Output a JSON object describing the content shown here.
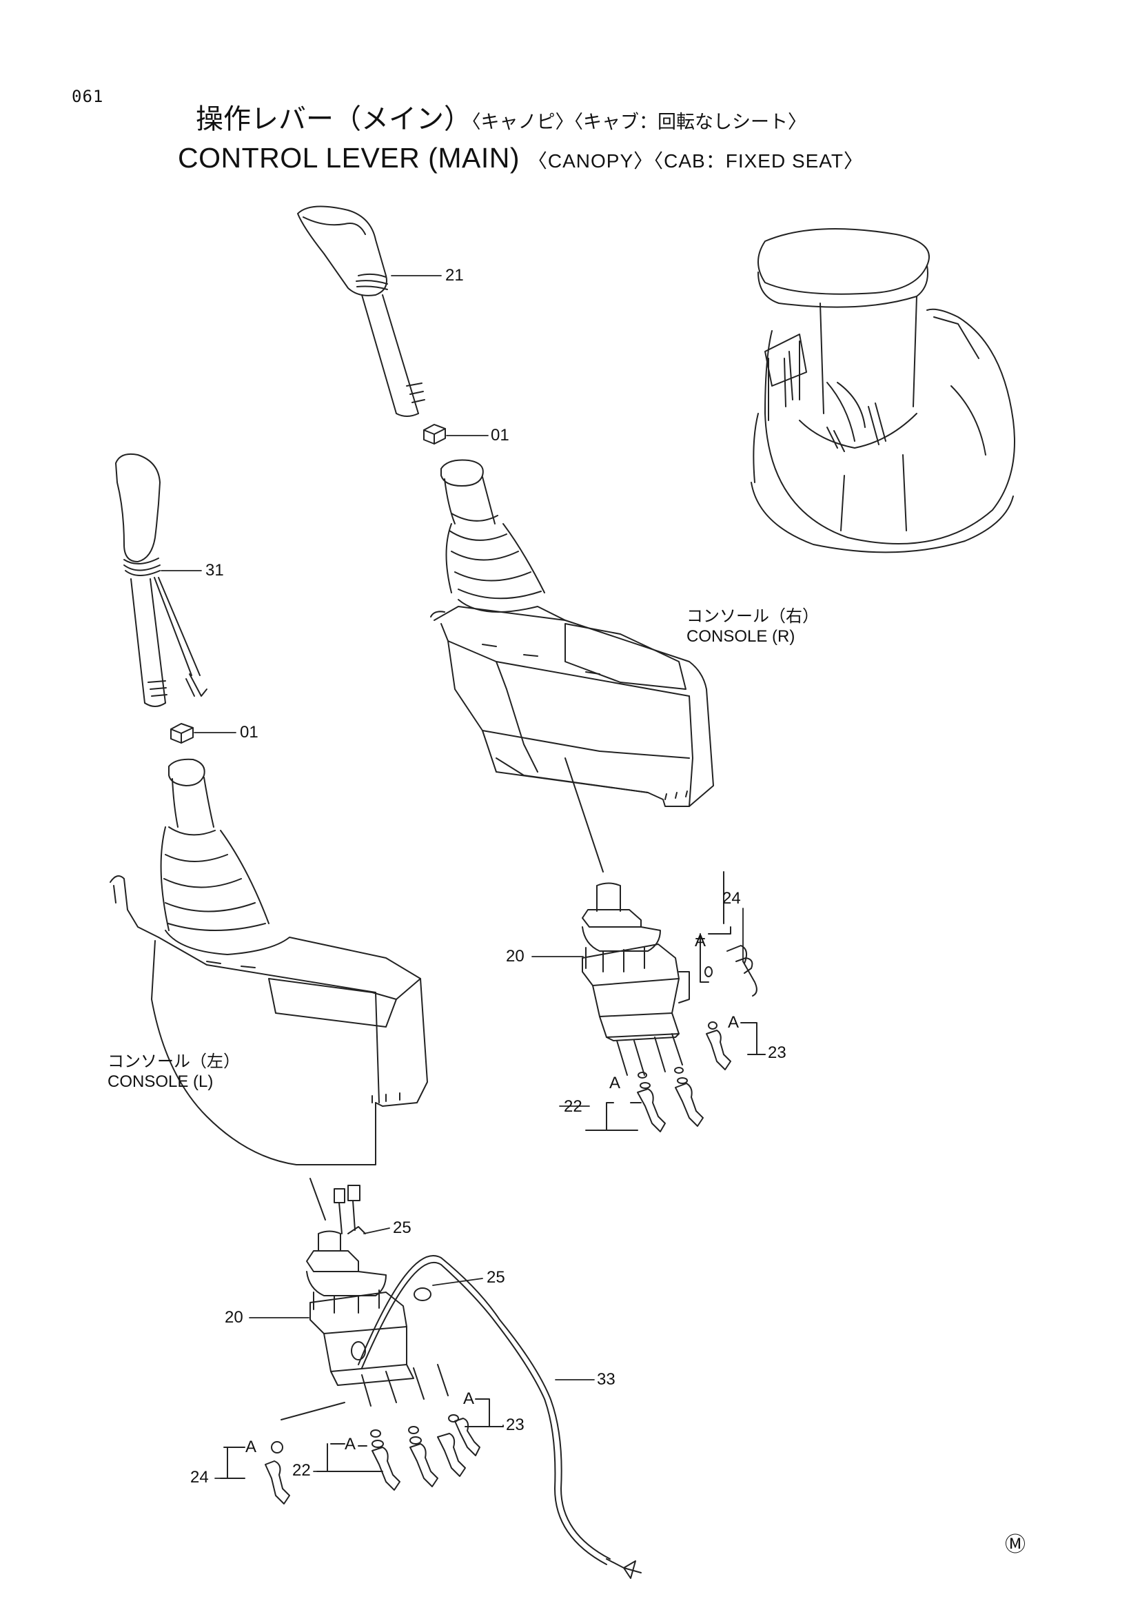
{
  "page": {
    "number": "061"
  },
  "title": {
    "jp_main": "操作レバー（メイン）",
    "jp_variants": "〈キャノピ〉〈キャブ：回転なしシート〉",
    "en_main": "CONTROL LEVER (MAIN)",
    "en_variants": "〈CANOPY〉〈CAB：FIXED SEAT〉"
  },
  "console_right": {
    "jp": "コンソール（右）",
    "en": "CONSOLE (R)"
  },
  "console_left": {
    "jp": "コンソール（左）",
    "en": "CONSOLE (L)"
  },
  "callouts": {
    "c21": "21",
    "c01_top": "01",
    "c31": "31",
    "c01_left": "01",
    "c24_r": "24",
    "c20_r": "20",
    "c23_r": "23",
    "c22_r": "22",
    "c25_a": "25",
    "c25_b": "25",
    "c20_l": "20",
    "c33": "33",
    "c23_l": "23",
    "c24_l": "24",
    "c22_l": "22"
  },
  "marks": {
    "a_r24": "A",
    "a_r23": "A",
    "a_r22": "A",
    "a_l23": "A",
    "a_l24": "A",
    "a_l22": "A"
  },
  "footer": {
    "mark": "Ⓜ"
  }
}
